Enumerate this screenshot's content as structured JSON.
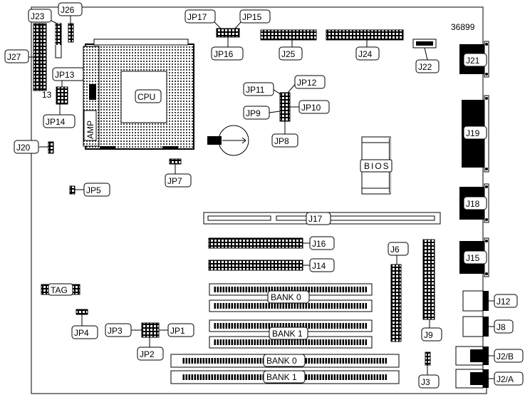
{
  "diagram_id": "36899",
  "labels": {
    "j23": "J23",
    "j26": "J26",
    "j27": "J27",
    "jp13": "JP13",
    "jp14": "JP14",
    "pin13": "13",
    "jp17": "JP17",
    "jp15": "JP15",
    "jp16": "JP16",
    "j25": "J25",
    "j24": "J24",
    "j22": "J22",
    "j21": "J21",
    "cpu": "CPU",
    "amp": "AMP",
    "jp11": "JP11",
    "jp12": "JP12",
    "jp9": "JP9",
    "jp10": "JP10",
    "jp8": "JP8",
    "j19": "J19",
    "bios": "BIOS",
    "j20": "J20",
    "jp7": "JP7",
    "jp5": "JP5",
    "j18": "J18",
    "j17": "J17",
    "j16": "J16",
    "j6": "J6",
    "j15": "J15",
    "j14": "J14",
    "tag": "TAG",
    "bank0_upper": "BANK 0",
    "j12": "J12",
    "jp4": "JP4",
    "bank1_upper": "BANK 1",
    "j8": "J8",
    "jp3": "JP3",
    "jp1": "JP1",
    "j9": "J9",
    "jp2": "JP2",
    "bank0_lower": "BANK 0",
    "j2b": "J2/B",
    "j3": "J3",
    "bank1_lower": "BANK 1",
    "j2a": "J2/A"
  }
}
